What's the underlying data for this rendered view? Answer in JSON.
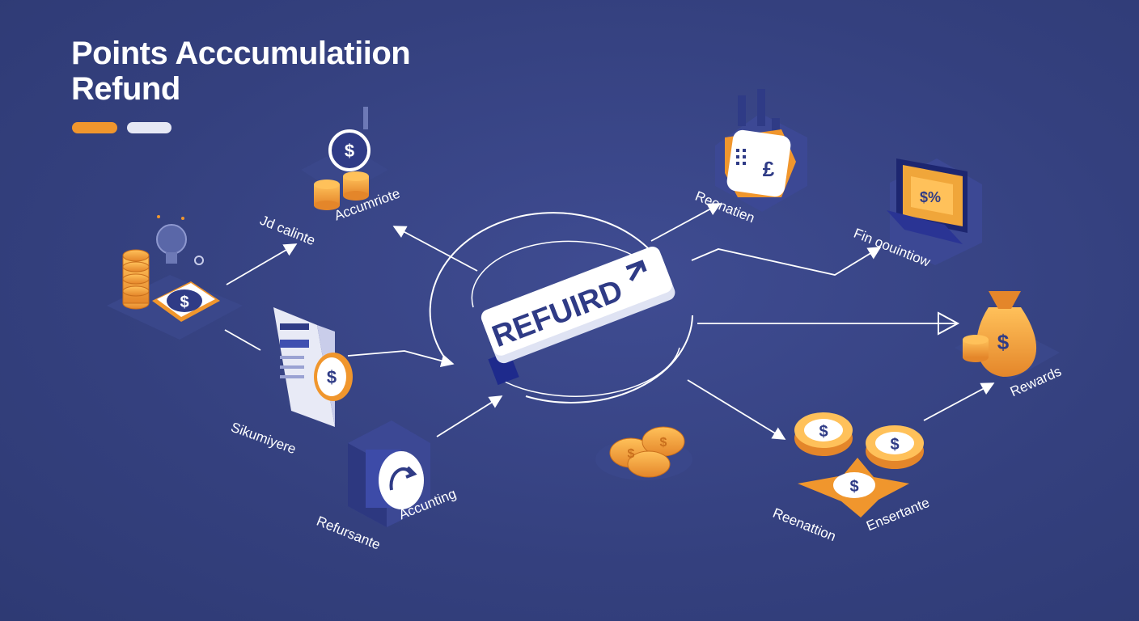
{
  "title": {
    "line1": "Points Acccumulatiion",
    "line2": "Refund"
  },
  "colors": {
    "background": "#34407e",
    "accent_orange": "#f0962d",
    "accent_white": "#e6e8f4",
    "center_banner_text": "#2f3b86",
    "coin_gold": "#f2a43a"
  },
  "center": {
    "banner_text": "REFUIRD"
  },
  "labels": {
    "jd_calinte": "Jd calinte",
    "accumriote": "Accumriote",
    "sikumiyere": "Sikumiyere",
    "refursante": "Refursante",
    "accunting": "Accunting",
    "reonatien": "Reonatien",
    "fin_oouintiow": "Fin oouintiow",
    "rewards": "Rewards",
    "reenattion": "Reenattion",
    "ensertante": "Ensertante"
  },
  "icons": {
    "left_coins": "coin-stack-icon",
    "lightbulb": "lightbulb-icon",
    "top_coins": "dollar-coin-icon",
    "document": "document-icon",
    "refresh": "refresh-icon",
    "register": "cash-register-icon",
    "computer": "laptop-icon",
    "money_bag": "money-bag-icon",
    "coin_pile": "coin-pile-icon",
    "coin_pair": "coin-icon",
    "star_badge": "star-badge-icon"
  }
}
